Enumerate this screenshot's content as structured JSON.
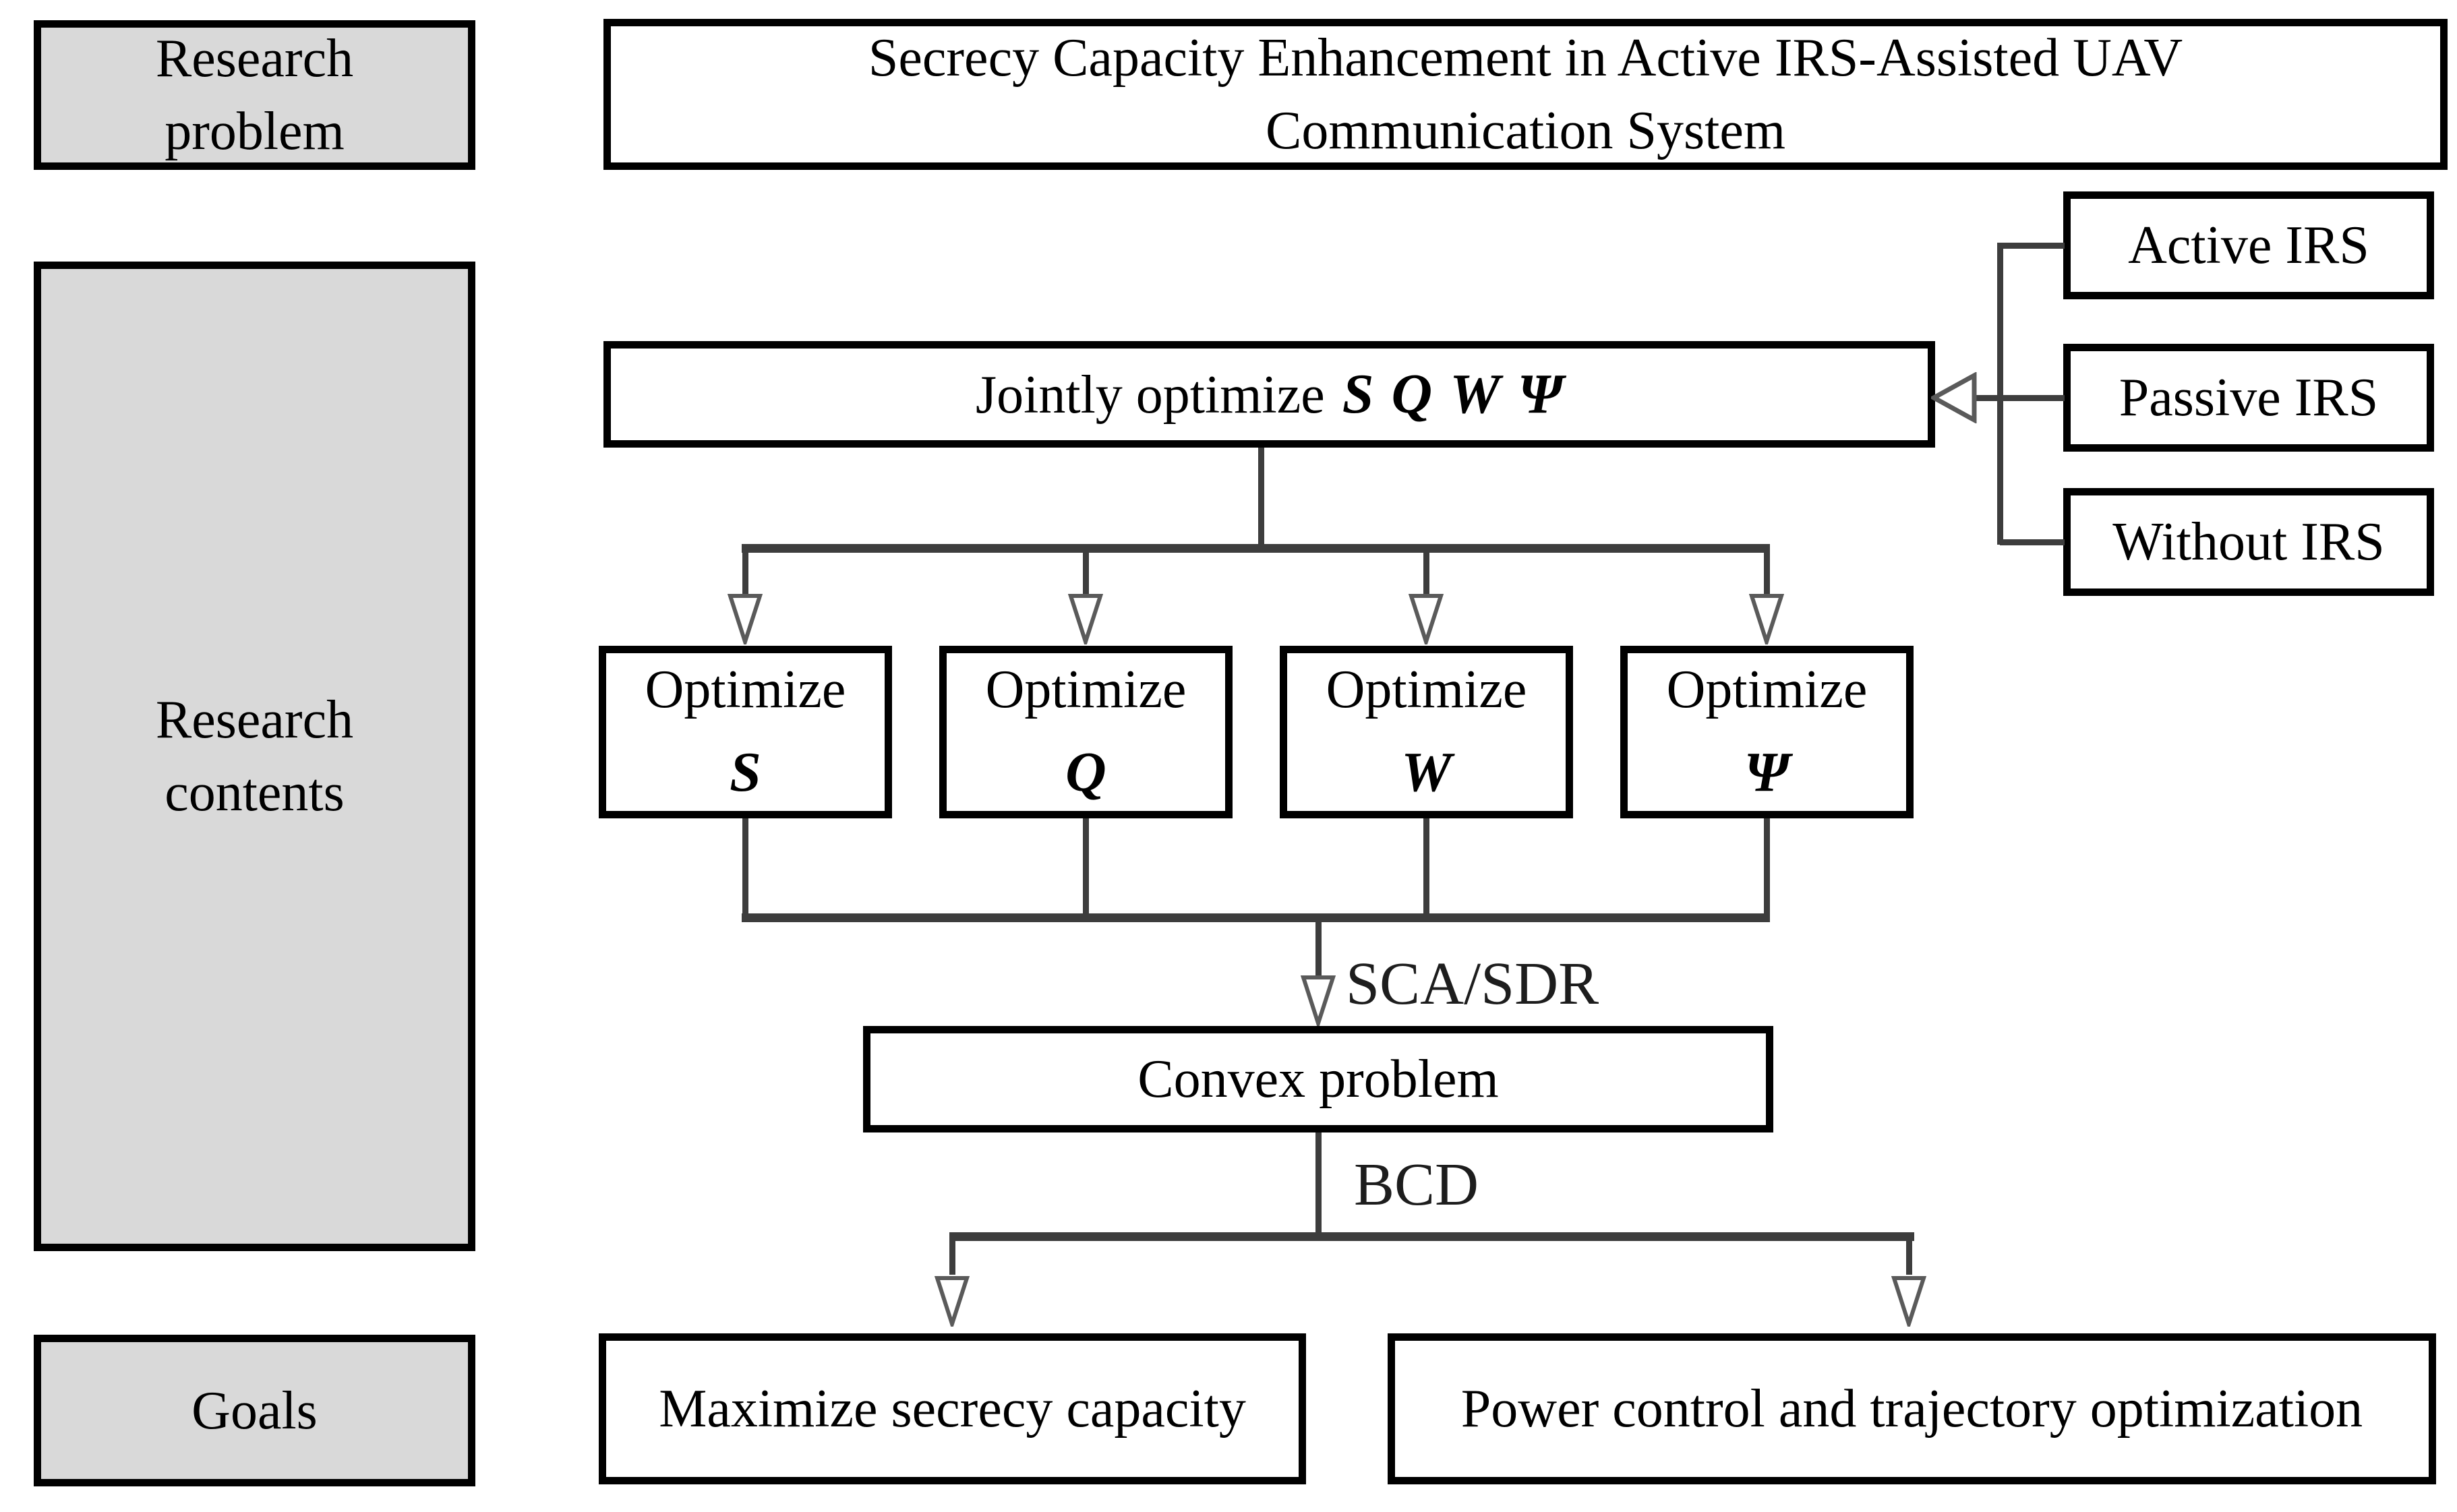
{
  "left_column": {
    "research_problem": "Research problem",
    "research_contents": "Research contents",
    "goals": "Goals"
  },
  "main": {
    "title_line1": "Secrecy Capacity Enhancement in Active IRS-Assisted UAV",
    "title_line2": "Communication System",
    "jointly": {
      "label": "Jointly optimize",
      "vars": [
        "S",
        "Q",
        "W",
        "Ψ"
      ]
    },
    "optimize_boxes": [
      {
        "word": "Optimize",
        "var": "S"
      },
      {
        "word": "Optimize",
        "var": "Q"
      },
      {
        "word": "Optimize",
        "var": "W"
      },
      {
        "word": "Optimize",
        "var": "Ψ"
      }
    ],
    "sca_sdr_label": "SCA/SDR",
    "convex_label": "Convex problem",
    "bcd_label": "BCD",
    "goal_left": "Maximize secrecy capacity",
    "goal_right": "Power control and trajectory optimization"
  },
  "right_column": {
    "items": [
      "Active IRS",
      "Passive IRS",
      "Without IRS"
    ]
  },
  "icons": {
    "down-arrow-icon": "open-triangle-down",
    "left-arrow-icon": "open-triangle-left"
  },
  "colors": {
    "background": "#ffffff",
    "box_border": "#000000",
    "gray_box_fill": "#d9d9d9",
    "connector_line": "#3d3d3d",
    "arrow_outline": "#5a5a5a",
    "text": "#000000"
  }
}
